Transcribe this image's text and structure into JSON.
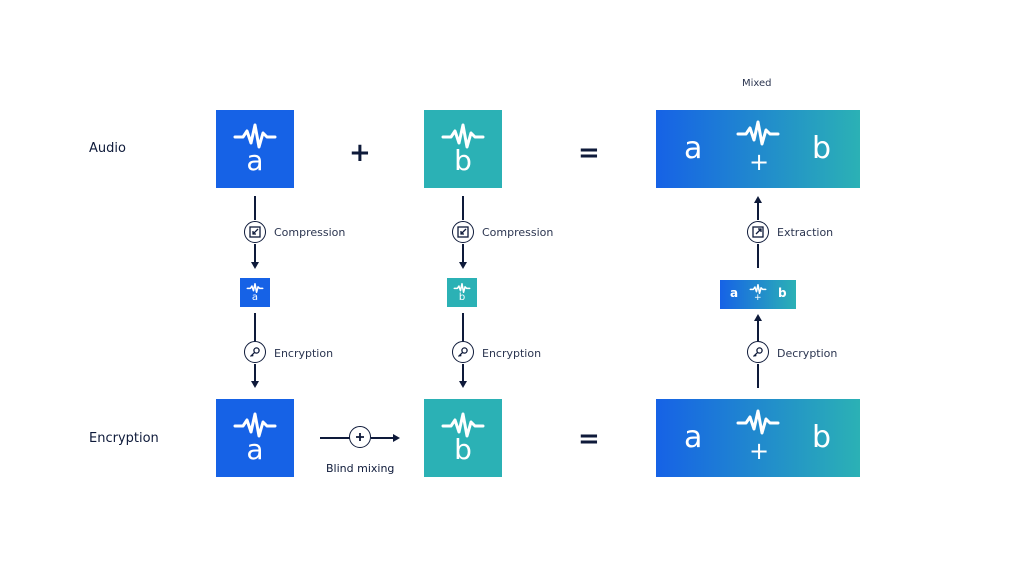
{
  "rows": {
    "audio_label": "Audio",
    "encryption_label": "Encryption"
  },
  "operators": {
    "plus": "+",
    "equals_top": "=",
    "equals_bottom": "="
  },
  "boxes": {
    "a_letter": "a",
    "b_letter": "b",
    "mixed_plus": "+"
  },
  "steps": {
    "compression_a": "Compression",
    "compression_b": "Compression",
    "encryption_a": "Encryption",
    "encryption_b": "Encryption",
    "extraction": "Extraction",
    "decryption": "Decryption"
  },
  "mixed_label": "Mixed",
  "blind_mixing_label": "Blind mixing",
  "colors": {
    "blue": "#1662e6",
    "teal": "#2bb1b5",
    "ink": "#0e1a3a"
  },
  "icons": {
    "wave": "audio-waveform-icon",
    "compress": "compress-icon",
    "expand": "expand-icon",
    "key": "key-icon",
    "add": "plus-circle-icon"
  }
}
